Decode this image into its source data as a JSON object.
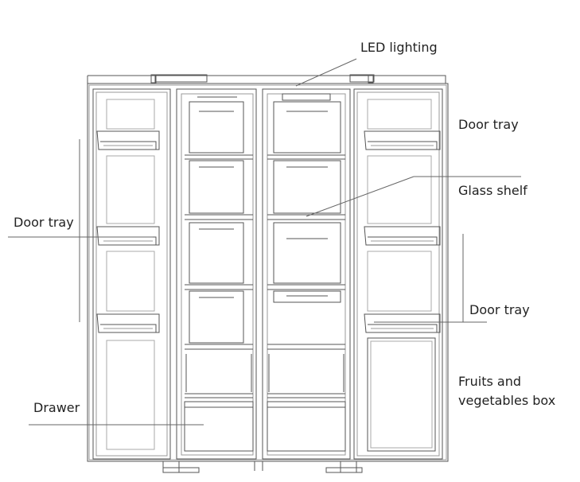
{
  "labels": {
    "led_lighting": "LED lighting",
    "door_tray_top_right": "Door tray",
    "glass_shelf": "Glass shelf",
    "door_tray_left": "Door tray",
    "door_tray_bottom_right": "Door tray",
    "fruits_vegetables_box": "Fruits and vegetables box",
    "drawer": "Drawer"
  },
  "colors": {
    "line": "#555555",
    "text": "#222222",
    "background": "#ffffff"
  }
}
